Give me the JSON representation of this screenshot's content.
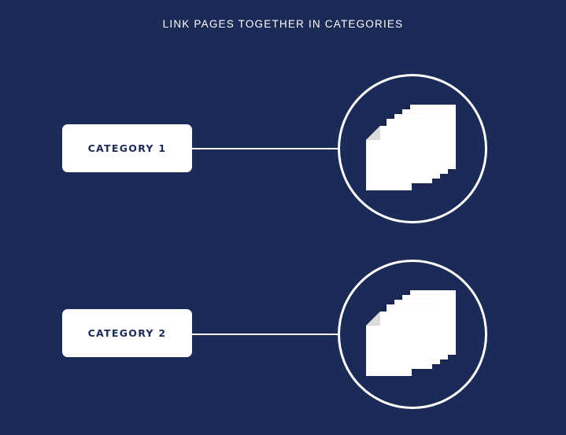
{
  "title": "LINK PAGES TOGETHER IN CATEGORIES",
  "categories": [
    {
      "label": "CATEGORY 1",
      "icon": "stacked-pages-icon"
    },
    {
      "label": "CATEGORY 2",
      "icon": "stacked-pages-icon"
    }
  ],
  "colors": {
    "background": "#1b2a56",
    "foreground": "#ffffff",
    "label_text": "#1b2a56"
  }
}
